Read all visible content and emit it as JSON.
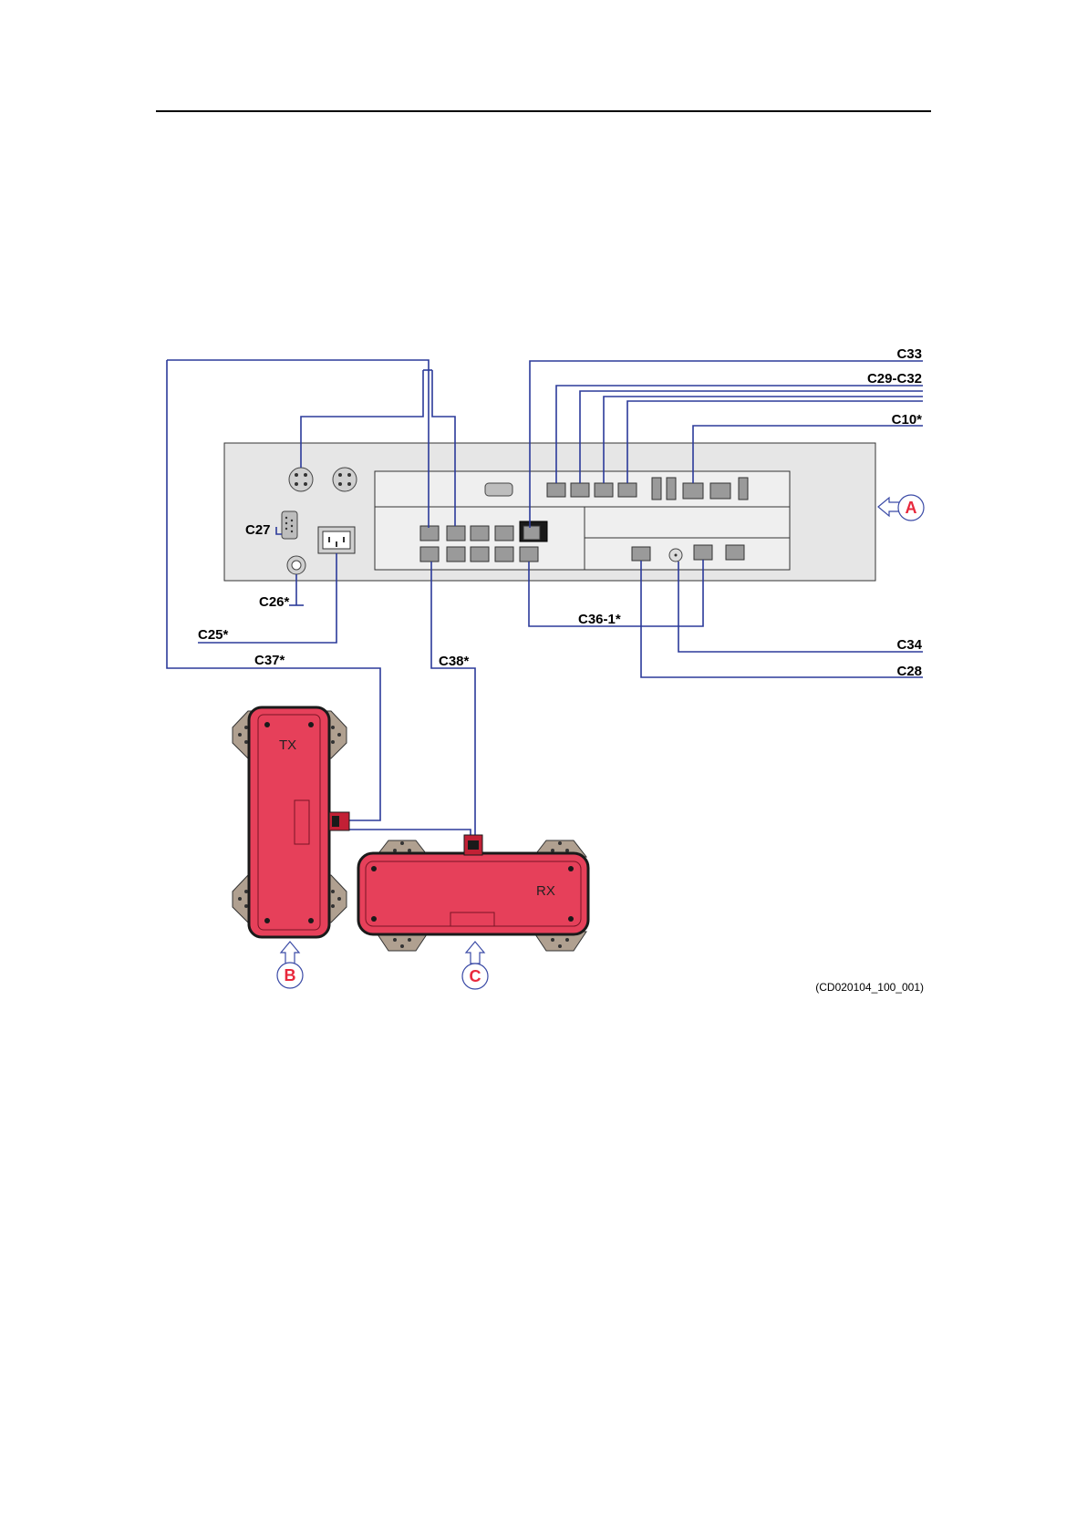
{
  "figure_id": "(CD020104_100_001)",
  "cable_labels": {
    "c33": "C33",
    "c29_c32": "C29-C32",
    "c10": "C10*",
    "c27": "C27",
    "c26": "C26*",
    "c25": "C25*",
    "c37": "C37*",
    "c38": "C38*",
    "c36_1": "C36-1*",
    "c34": "C34",
    "c28": "C28"
  },
  "callouts": {
    "a": "A",
    "b": "B",
    "c": "C"
  },
  "units": {
    "tx": "TX",
    "rx": "RX"
  },
  "colors": {
    "wire": "#2b3a9a",
    "unit_body": "#e6405a",
    "callout": "#e8283c",
    "bracket": "#b0a090"
  }
}
